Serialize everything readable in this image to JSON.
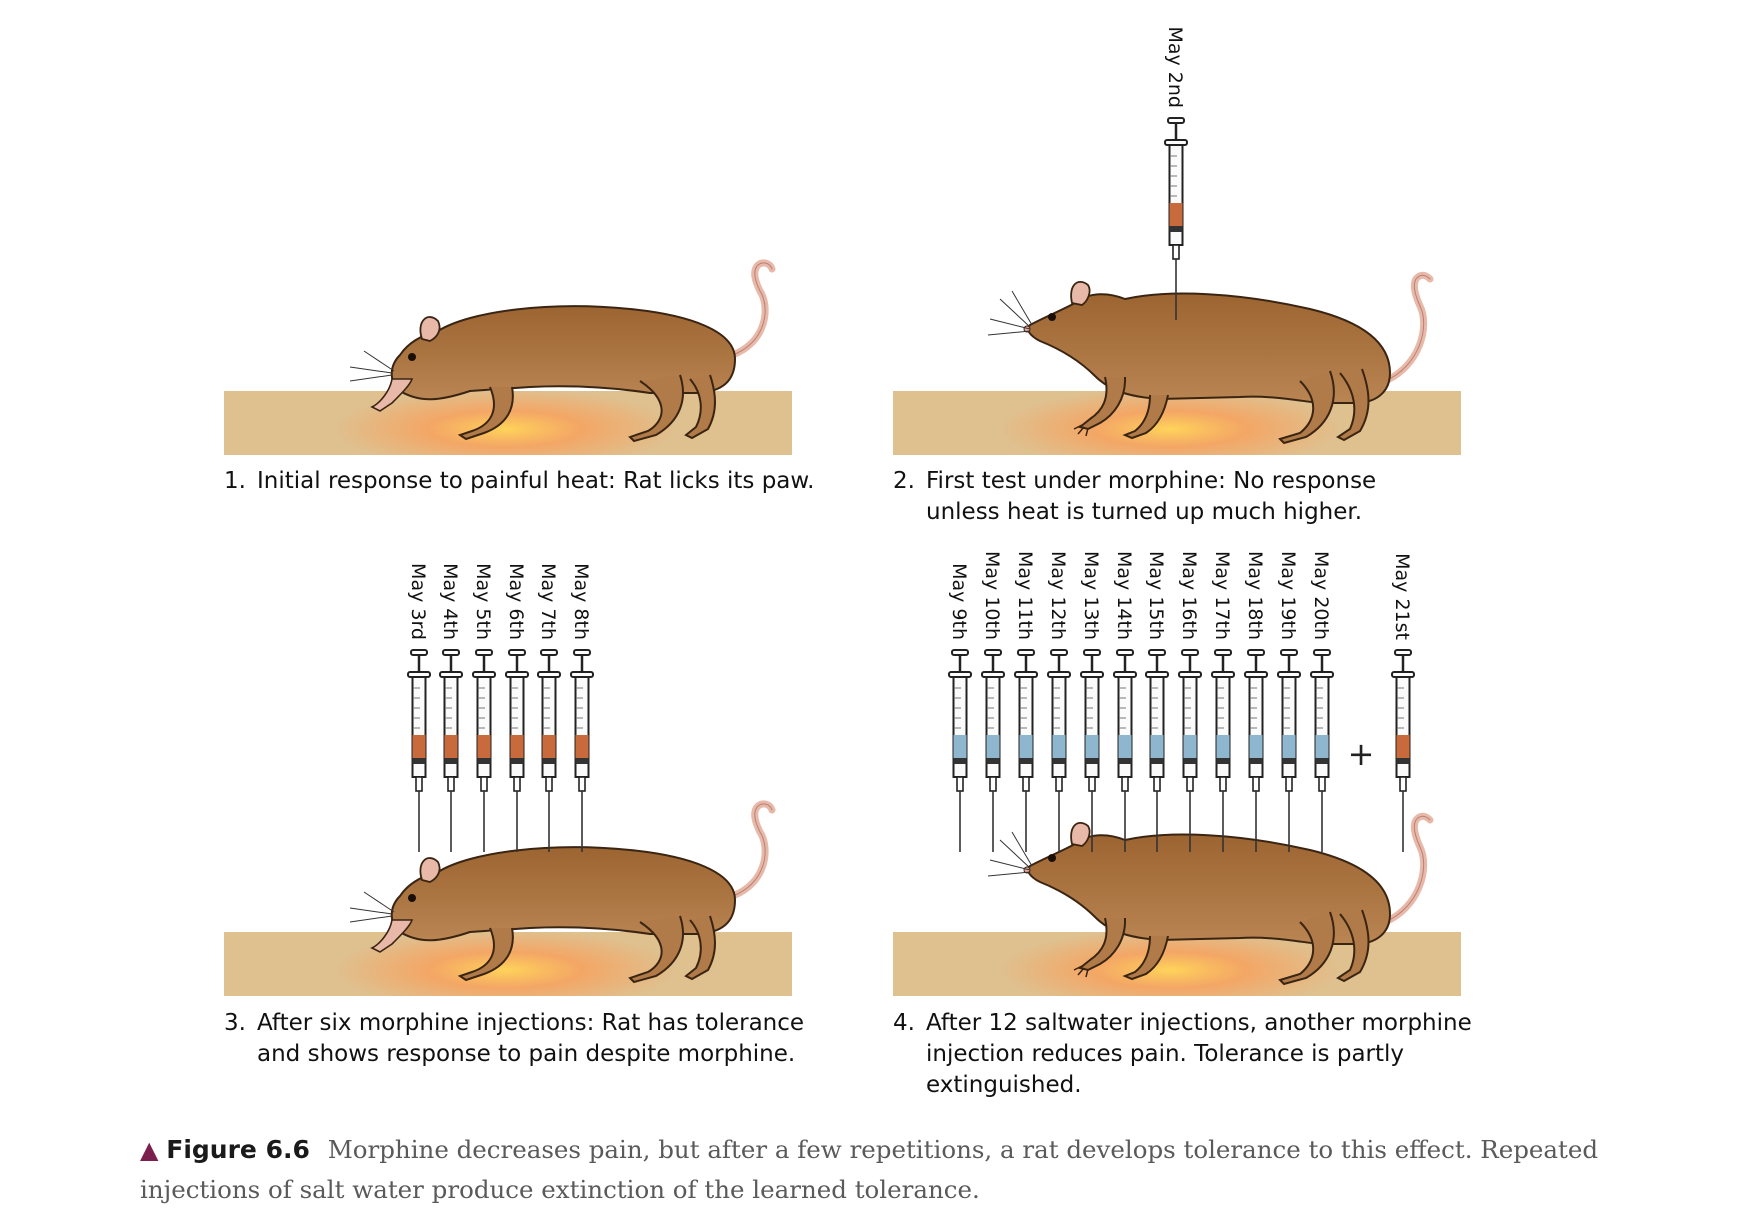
{
  "panels": [
    {
      "number": "1.",
      "lines": [
        "Initial response to painful heat: Rat licks its paw."
      ],
      "pose": "licking",
      "injections": []
    },
    {
      "number": "2.",
      "lines": [
        "First test under morphine: No response",
        "unless heat is turned up much higher."
      ],
      "pose": "standing",
      "injections": [
        {
          "label": "May 2nd",
          "substance": "morphine"
        }
      ]
    },
    {
      "number": "3.",
      "lines": [
        "After six morphine injections: Rat has tolerance",
        "and shows response to pain despite morphine."
      ],
      "pose": "licking",
      "injections": [
        {
          "label": "May 3rd",
          "substance": "morphine"
        },
        {
          "label": "May 4th",
          "substance": "morphine"
        },
        {
          "label": "May 5th",
          "substance": "morphine"
        },
        {
          "label": "May 6th",
          "substance": "morphine"
        },
        {
          "label": "May 7th",
          "substance": "morphine"
        },
        {
          "label": "May 8th",
          "substance": "morphine"
        }
      ]
    },
    {
      "number": "4.",
      "lines": [
        "After 12 saltwater injections, another morphine",
        "injection reduces pain.  Tolerance is partly",
        "extinguished."
      ],
      "pose": "standing",
      "injections": [
        {
          "label": "May 9th",
          "substance": "saltwater"
        },
        {
          "label": "May 10th",
          "substance": "saltwater"
        },
        {
          "label": "May 11th",
          "substance": "saltwater"
        },
        {
          "label": "May 12th",
          "substance": "saltwater"
        },
        {
          "label": "May 13th",
          "substance": "saltwater"
        },
        {
          "label": "May 14th",
          "substance": "saltwater"
        },
        {
          "label": "May 15th",
          "substance": "saltwater"
        },
        {
          "label": "May 16th",
          "substance": "saltwater"
        },
        {
          "label": "May 17th",
          "substance": "saltwater"
        },
        {
          "label": "May 18th",
          "substance": "saltwater"
        },
        {
          "label": "May 19th",
          "substance": "saltwater"
        },
        {
          "label": "May 20th",
          "substance": "saltwater"
        },
        {
          "label": "May 21st",
          "substance": "morphine"
        }
      ],
      "plus_sign": "+"
    }
  ],
  "caption": {
    "marker": "▲",
    "label": "Figure 6.6",
    "text": "Morphine decreases pain, but after a few repetitions, a rat develops tolerance to this effect. Repeated injections of salt water produce extinction of the learned tolerance."
  },
  "colors": {
    "floor": "#dfc08f",
    "heat_glow": "#f59b5a",
    "rat_fur": "#a8703b",
    "rat_fur_dark": "#7a4c22",
    "rat_skin": "#e8b8a8",
    "morphine_fluid": "#c96a3c",
    "saltwater_fluid": "#8fb6cf",
    "caption_marker": "#7b1f4e"
  }
}
